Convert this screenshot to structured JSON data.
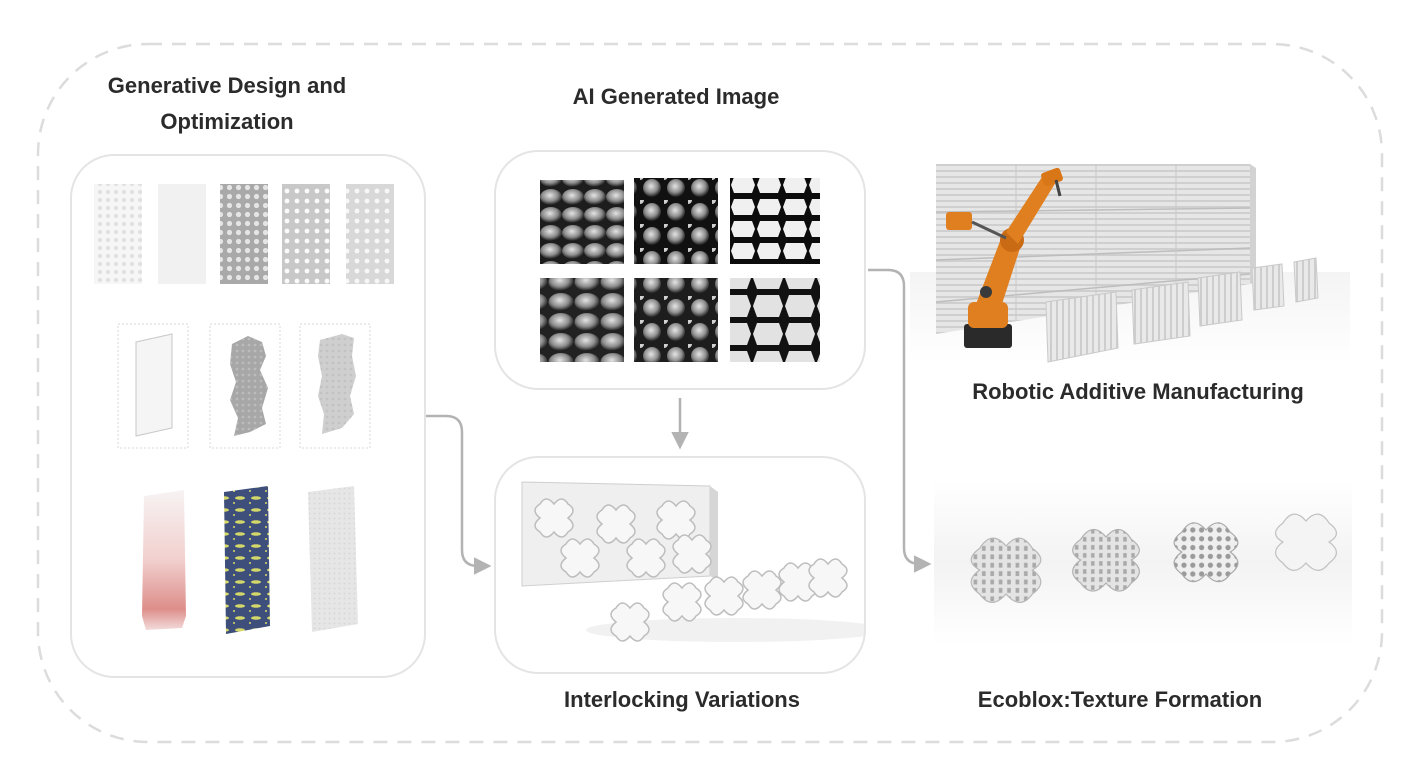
{
  "diagram": {
    "stages": {
      "generative": {
        "title_line1": "Generative Design and",
        "title_line2": "Optimization"
      },
      "ai_image": {
        "title": "AI Generated Image"
      },
      "robotic": {
        "title": "Robotic Additive Manufacturing"
      },
      "interlocking": {
        "title": "Interlocking  Variations"
      },
      "ecoblox": {
        "title": "Ecoblox:Texture Formation"
      }
    },
    "flows": [
      {
        "from": "generative",
        "to": "interlocking"
      },
      {
        "from": "ai_image",
        "to": "interlocking"
      },
      {
        "from": "ai_image",
        "to": "ecoblox"
      }
    ],
    "colors": {
      "frame_dash": "#dcdcdc",
      "panel_border": "#e4e4e4",
      "arrow": "#b3b3b3",
      "robot_orange": "#e07f1f",
      "heading_text": "#2b2b2b"
    }
  }
}
